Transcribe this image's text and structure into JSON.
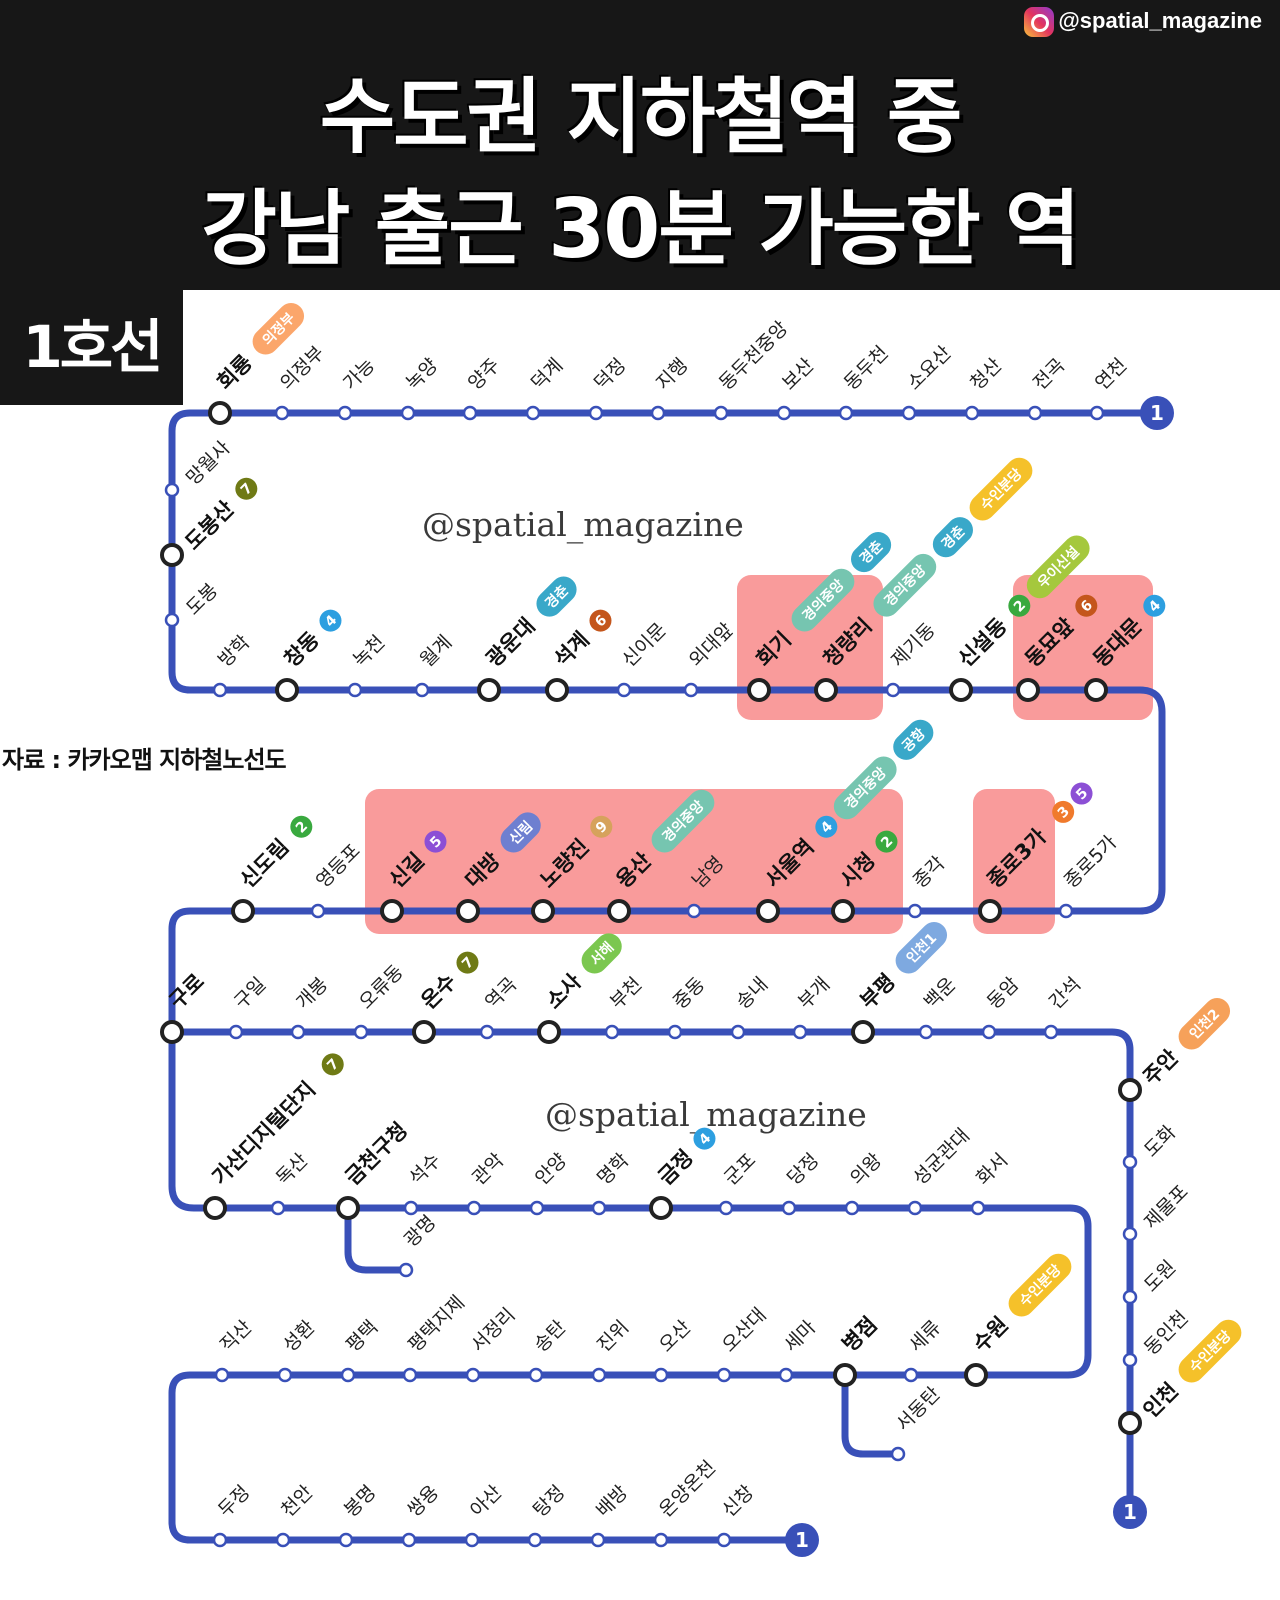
{
  "header": {
    "title_line1": "수도권 지하철역 중",
    "title_line2": "강남 출근 30분 가능한 역",
    "handle": "@spatial_magazine"
  },
  "line_tag": "1호선",
  "source": "자료 : 카카오맵 지하철노선도",
  "watermarks": [
    "@spatial_magazine",
    "@spatial_magazine"
  ],
  "colors": {
    "line1": "#3950b8",
    "highlight": "#f88a8a",
    "line2": "#39a93f",
    "line3": "#f07a2c",
    "line4": "#2d9fe0",
    "line5": "#8c4fd5",
    "line6": "#c4561c",
    "line7": "#6f7a15",
    "line9": "#d6a25c",
    "gyeongui": "#76c5b0",
    "gyeongchun": "#39a8c9",
    "suin": "#f5c12a",
    "sillim": "#6e7fd0",
    "ui": "#a5c83d",
    "seohae": "#7bc74f",
    "incheon1": "#7ea9e0",
    "incheon2": "#f6a15a",
    "uijeongbu": "#fba66b"
  },
  "stations": [
    {
      "name": "회룡",
      "major": true,
      "badges": [
        {
          "text": "의정부",
          "color": "uijeongbu"
        }
      ]
    },
    {
      "name": "의정부"
    },
    {
      "name": "가능"
    },
    {
      "name": "녹양"
    },
    {
      "name": "양주"
    },
    {
      "name": "덕계"
    },
    {
      "name": "덕정"
    },
    {
      "name": "지행"
    },
    {
      "name": "동두천중앙"
    },
    {
      "name": "보산"
    },
    {
      "name": "동두천"
    },
    {
      "name": "소요산"
    },
    {
      "name": "청산"
    },
    {
      "name": "전곡"
    },
    {
      "name": "연천"
    },
    {
      "name": "망월사"
    },
    {
      "name": "도봉산",
      "major": true,
      "badges": [
        {
          "num": "7",
          "color": "line7"
        }
      ]
    },
    {
      "name": "도봉"
    },
    {
      "name": "방학"
    },
    {
      "name": "창동",
      "major": true,
      "badges": [
        {
          "num": "4",
          "color": "line4"
        }
      ]
    },
    {
      "name": "녹천"
    },
    {
      "name": "월계"
    },
    {
      "name": "광운대",
      "major": true,
      "badges": [
        {
          "text": "경춘",
          "color": "gyeongchun"
        }
      ]
    },
    {
      "name": "석계",
      "major": true,
      "badges": [
        {
          "num": "6",
          "color": "line6"
        }
      ]
    },
    {
      "name": "신이문"
    },
    {
      "name": "외대앞"
    },
    {
      "name": "회기",
      "major": true,
      "badges": [
        {
          "text": "경의중앙",
          "color": "gyeongui"
        },
        {
          "text": "경춘",
          "color": "gyeongchun"
        }
      ]
    },
    {
      "name": "청량리",
      "major": true,
      "badges": [
        {
          "text": "경의중앙",
          "color": "gyeongui"
        },
        {
          "text": "경춘",
          "color": "gyeongchun"
        },
        {
          "text": "수인분당",
          "color": "suin"
        }
      ]
    },
    {
      "name": "제기동"
    },
    {
      "name": "신설동",
      "major": true,
      "badges": [
        {
          "num": "2",
          "color": "line2"
        },
        {
          "text": "우이신설",
          "color": "ui"
        }
      ]
    },
    {
      "name": "동묘앞",
      "major": true,
      "badges": [
        {
          "num": "6",
          "color": "line6"
        }
      ]
    },
    {
      "name": "동대문",
      "major": true,
      "badges": [
        {
          "num": "4",
          "color": "line4"
        }
      ]
    },
    {
      "name": "종로5가"
    },
    {
      "name": "종로3가",
      "major": true,
      "badges": [
        {
          "num": "3",
          "color": "line3"
        },
        {
          "num": "5",
          "color": "line5"
        }
      ]
    },
    {
      "name": "종각"
    },
    {
      "name": "시청",
      "major": true,
      "badges": [
        {
          "num": "2",
          "color": "line2"
        }
      ]
    },
    {
      "name": "서울역",
      "major": true,
      "badges": [
        {
          "num": "4",
          "color": "line4"
        },
        {
          "text": "경의중앙",
          "color": "gyeongui"
        },
        {
          "text": "공항",
          "color": "gyeongchun"
        }
      ]
    },
    {
      "name": "남영"
    },
    {
      "name": "용산",
      "major": true,
      "badges": [
        {
          "text": "경의중앙",
          "color": "gyeongui"
        }
      ]
    },
    {
      "name": "노량진",
      "major": true,
      "badges": [
        {
          "num": "9",
          "color": "line9"
        }
      ]
    },
    {
      "name": "대방",
      "major": true,
      "badges": [
        {
          "text": "신림",
          "color": "sillim"
        }
      ]
    },
    {
      "name": "신길",
      "major": true,
      "badges": [
        {
          "num": "5",
          "color": "line5"
        }
      ]
    },
    {
      "name": "영등포"
    },
    {
      "name": "신도림",
      "major": true,
      "badges": [
        {
          "num": "2",
          "color": "line2"
        }
      ]
    },
    {
      "name": "구로",
      "major": true
    },
    {
      "name": "구일"
    },
    {
      "name": "개봉"
    },
    {
      "name": "오류동"
    },
    {
      "name": "온수",
      "major": true,
      "badges": [
        {
          "num": "7",
          "color": "line7"
        }
      ]
    },
    {
      "name": "역곡"
    },
    {
      "name": "소사",
      "major": true,
      "badges": [
        {
          "text": "서해",
          "color": "seohae"
        }
      ]
    },
    {
      "name": "부천"
    },
    {
      "name": "중동"
    },
    {
      "name": "송내"
    },
    {
      "name": "부개"
    },
    {
      "name": "부평",
      "major": true,
      "badges": [
        {
          "text": "인천1",
          "color": "incheon1"
        }
      ]
    },
    {
      "name": "백운"
    },
    {
      "name": "동암"
    },
    {
      "name": "간석"
    },
    {
      "name": "주안",
      "major": true,
      "badges": [
        {
          "text": "인천2",
          "color": "incheon2"
        }
      ]
    },
    {
      "name": "도화"
    },
    {
      "name": "제물포"
    },
    {
      "name": "도원"
    },
    {
      "name": "동인천"
    },
    {
      "name": "인천",
      "major": true,
      "badges": [
        {
          "text": "수인분당",
          "color": "suin"
        }
      ]
    },
    {
      "name": "가산디지털단지",
      "major": true,
      "badges": [
        {
          "num": "7",
          "color": "line7"
        }
      ]
    },
    {
      "name": "독산"
    },
    {
      "name": "금천구청",
      "major": true
    },
    {
      "name": "광명"
    },
    {
      "name": "석수"
    },
    {
      "name": "관악"
    },
    {
      "name": "안양"
    },
    {
      "name": "명학"
    },
    {
      "name": "금정",
      "major": true,
      "badges": [
        {
          "num": "4",
          "color": "line4"
        }
      ]
    },
    {
      "name": "군포"
    },
    {
      "name": "당정"
    },
    {
      "name": "의왕"
    },
    {
      "name": "성균관대"
    },
    {
      "name": "화서"
    },
    {
      "name": "수원",
      "major": true,
      "badges": [
        {
          "text": "수인분당",
          "color": "suin"
        }
      ]
    },
    {
      "name": "세류"
    },
    {
      "name": "병점",
      "major": true
    },
    {
      "name": "서동탄"
    },
    {
      "name": "세마"
    },
    {
      "name": "오산대"
    },
    {
      "name": "오산"
    },
    {
      "name": "진위"
    },
    {
      "name": "송탄"
    },
    {
      "name": "서정리"
    },
    {
      "name": "평택지제"
    },
    {
      "name": "평택"
    },
    {
      "name": "성환"
    },
    {
      "name": "직산"
    },
    {
      "name": "두정"
    },
    {
      "name": "천안"
    },
    {
      "name": "봉명"
    },
    {
      "name": "쌍용"
    },
    {
      "name": "아산"
    },
    {
      "name": "탕정"
    },
    {
      "name": "배방"
    },
    {
      "name": "온양온천"
    },
    {
      "name": "신창"
    }
  ],
  "terminals": [
    "1",
    "1",
    "1"
  ],
  "highlight_groups": [
    [
      "회기",
      "청량리"
    ],
    [
      "동묘앞",
      "동대문"
    ],
    [
      "신길",
      "대방",
      "노량진",
      "용산",
      "남영",
      "서울역",
      "시청"
    ],
    [
      "종로3가"
    ]
  ]
}
